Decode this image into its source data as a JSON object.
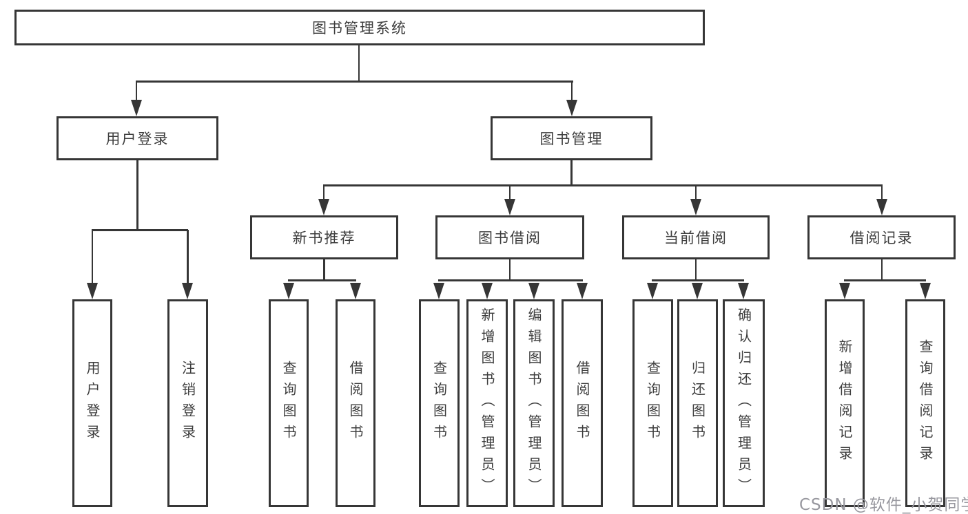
{
  "diagram": {
    "root": {
      "label": "图书管理系统"
    },
    "level2": [
      {
        "id": "user-login",
        "label": "用户登录"
      },
      {
        "id": "book-management",
        "label": "图书管理"
      }
    ],
    "level3": [
      {
        "id": "new-book-recommend",
        "label": "新书推荐"
      },
      {
        "id": "book-borrowing",
        "label": "图书借阅"
      },
      {
        "id": "current-borrowing",
        "label": "当前借阅"
      },
      {
        "id": "borrowing-records",
        "label": "借阅记录"
      }
    ],
    "leaves": [
      {
        "label": "用户登录"
      },
      {
        "label": "注销登录"
      },
      {
        "label": "查询图书"
      },
      {
        "label": "借阅图书"
      },
      {
        "label": "查询图书"
      },
      {
        "label": "新增图书（管理员）"
      },
      {
        "label": "编辑图书（管理员）"
      },
      {
        "label": "借阅图书"
      },
      {
        "label": "查询图书"
      },
      {
        "label": "归还图书"
      },
      {
        "label": "确认归还（管理员）"
      },
      {
        "label": "新增借阅记录"
      },
      {
        "label": "查询借阅记录"
      }
    ]
  },
  "watermark": {
    "text": "CSDN @软件_小贺同学"
  },
  "colors": {
    "line": "#363636",
    "text": "#3d3d3d",
    "watermark": "#98989f",
    "background": "#ffffff"
  }
}
